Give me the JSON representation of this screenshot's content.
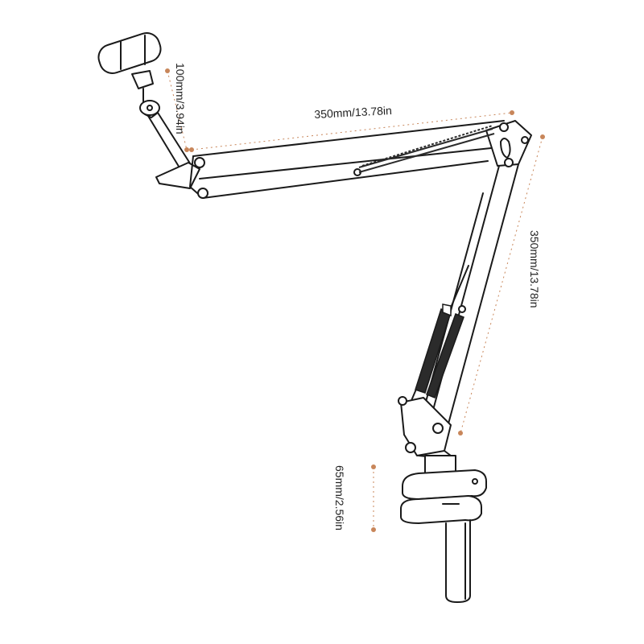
{
  "dimensions": {
    "top_arm": "350mm/13.78in",
    "head": "100mm/3.94in",
    "lower_arm": "350mm/13.78in",
    "clamp": "65mm/2.56in"
  },
  "colors": {
    "line": "#1a1a1a",
    "dimension_dots": "#c8865a",
    "spring": "#2b2b2b"
  }
}
